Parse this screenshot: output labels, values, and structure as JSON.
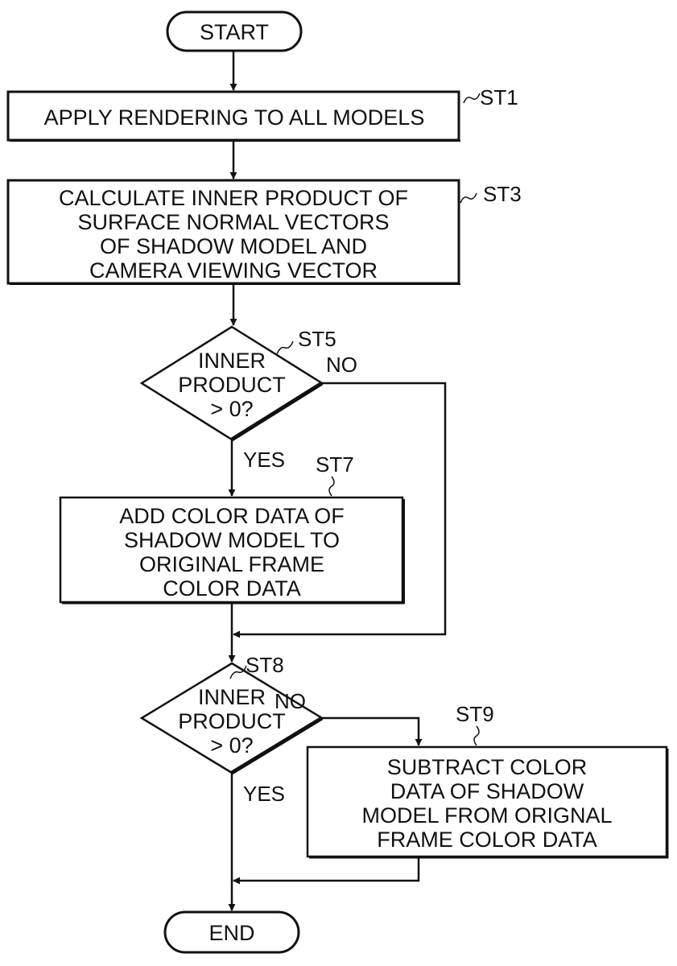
{
  "diagram": {
    "type": "flowchart",
    "nodes": {
      "start": {
        "label": "START"
      },
      "st1": {
        "step": "ST1",
        "lines": [
          "APPLY RENDERING TO ALL MODELS"
        ]
      },
      "st3": {
        "step": "ST3",
        "lines": [
          "CALCULATE INNER PRODUCT OF",
          "SURFACE NORMAL VECTORS",
          "OF SHADOW MODEL AND",
          "CAMERA VIEWING VECTOR"
        ]
      },
      "st5": {
        "step": "ST5",
        "lines": [
          "INNER",
          "PRODUCT",
          "> 0?"
        ],
        "yes": "YES",
        "no": "NO"
      },
      "st7": {
        "step": "ST7",
        "lines": [
          "ADD COLOR DATA OF",
          "SHADOW MODEL TO",
          "ORIGINAL FRAME",
          "COLOR DATA"
        ]
      },
      "st8": {
        "step": "ST8",
        "lines": [
          "INNER",
          "PRODUCT",
          "> 0?"
        ],
        "yes": "YES",
        "no": "NO"
      },
      "st9": {
        "step": "ST9",
        "lines": [
          "SUBTRACT COLOR",
          "DATA OF SHADOW",
          "MODEL FROM ORIGNAL",
          "FRAME COLOR DATA"
        ]
      },
      "end": {
        "label": "END"
      }
    }
  }
}
